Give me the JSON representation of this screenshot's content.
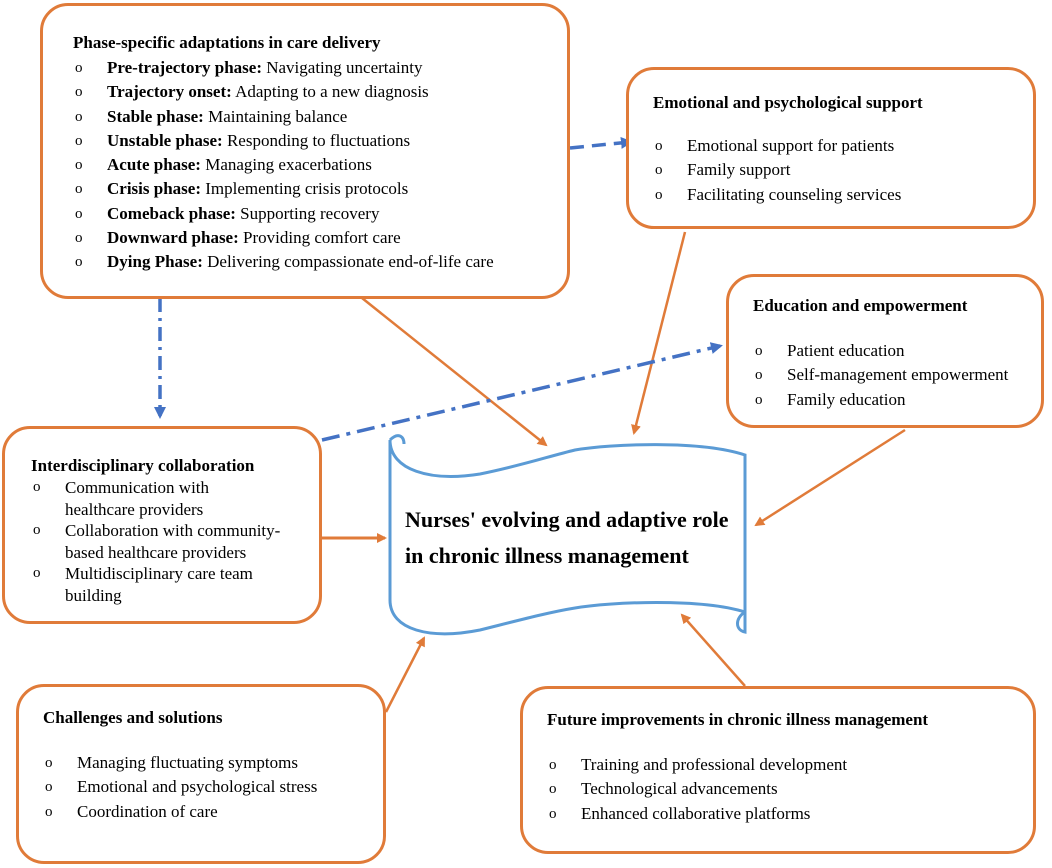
{
  "colors": {
    "box_border": "#e07b39",
    "orange_arrow": "#e07b39",
    "blue_arrow": "#4472c4",
    "scroll_stroke": "#5b9bd5"
  },
  "center": {
    "title": "Nurses' evolving and adaptive role in chronic illness management",
    "lines": [
      "Nurses' evolving and adaptive role",
      "in chronic illness management"
    ]
  },
  "phase_box": {
    "title": "Phase-specific adaptations in care delivery",
    "items": [
      {
        "bold": "Pre-trajectory phase:",
        "text": " Navigating uncertainty"
      },
      {
        "bold": "Trajectory onset:",
        "text": " Adapting to a new diagnosis"
      },
      {
        "bold": "Stable phase:",
        "text": " Maintaining balance"
      },
      {
        "bold": "Unstable phase:",
        "text": " Responding to fluctuations"
      },
      {
        "bold": "Acute phase:",
        "text": " Managing exacerbations"
      },
      {
        "bold": "Crisis phase:",
        "text": " Implementing crisis protocols"
      },
      {
        "bold": "Comeback phase:",
        "text": " Supporting recovery"
      },
      {
        "bold": "Downward phase:",
        "text": " Providing comfort care"
      },
      {
        "bold": "Dying Phase:",
        "text": " Delivering compassionate end-of-life care"
      }
    ]
  },
  "emotional_box": {
    "title": "Emotional and psychological support",
    "items": [
      "Emotional support for patients",
      "Family support",
      "Facilitating counseling services"
    ]
  },
  "education_box": {
    "title": "Education and empowerment",
    "items": [
      "Patient education",
      "Self-management empowerment",
      "Family education"
    ]
  },
  "interdisciplinary_box": {
    "title": "Interdisciplinary collaboration",
    "items": [
      {
        "lines": [
          "Communication with",
          "healthcare providers"
        ]
      },
      {
        "lines": [
          "Collaboration with community-",
          "based healthcare providers"
        ]
      },
      {
        "lines": [
          "Multidisciplinary care team",
          "building"
        ]
      }
    ]
  },
  "challenges_box": {
    "title": "Challenges and solutions",
    "items": [
      "Managing fluctuating symptoms",
      "Emotional and psychological stress",
      "Coordination of care"
    ]
  },
  "future_box": {
    "title": "Future improvements in chronic illness management",
    "items": [
      "Training and professional development",
      "Technological advancements",
      "Enhanced collaborative platforms"
    ]
  },
  "bullet_glyph": "o"
}
